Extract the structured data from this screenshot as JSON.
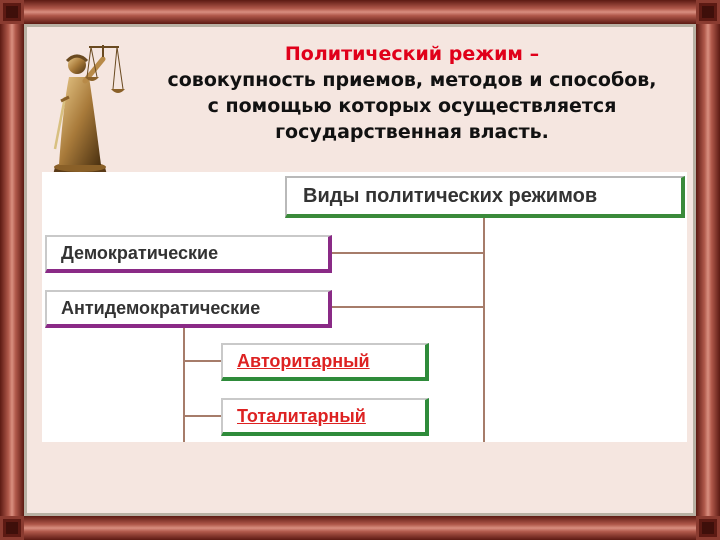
{
  "definition": {
    "title": "Политический режим –",
    "line1": "совокупность приемов, методов и способов,",
    "line2": "с помощью которых осуществляется",
    "line3": "государственная власть."
  },
  "diagram": {
    "root": "Виды политических режимов",
    "types": [
      "Демократические",
      "Антидемократические"
    ],
    "subtypes": [
      "Авторитарный",
      "Тоталитарный"
    ]
  },
  "colors": {
    "frame": "#7a2b22",
    "background": "#f5e6e0",
    "title_red": "#e0001a",
    "subtype_text": "#d22222",
    "type_shadow": "#8a2a86",
    "subtype_shadow": "#2e8b3a",
    "connector": "#a67c6a"
  }
}
